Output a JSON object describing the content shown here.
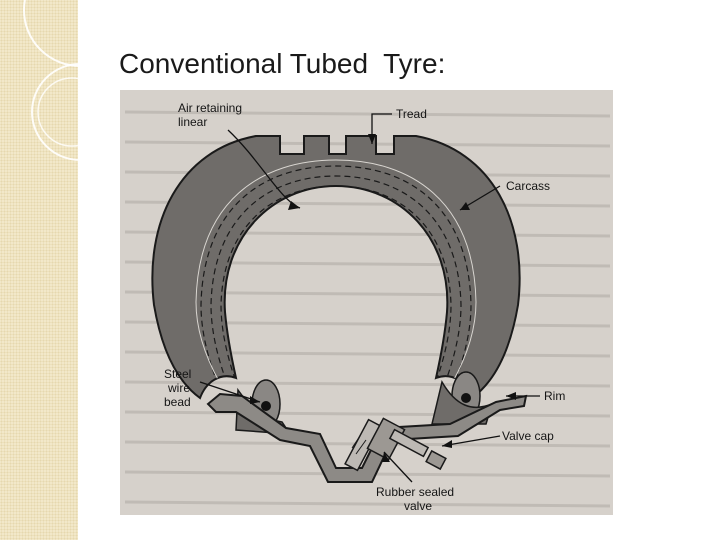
{
  "slide": {
    "title": "Conventional Tubed  Tyre:"
  },
  "figure": {
    "labels": {
      "air_retaining_line1": "Air retaining",
      "air_retaining_line2": "linear",
      "tread": "Tread",
      "carcass": "Carcass",
      "steel_line1": "Steel",
      "steel_line2": "wire",
      "steel_line3": "bead",
      "rim": "Rim",
      "valve_cap": "Valve cap",
      "rubber_line1": "Rubber sealed",
      "rubber_line2": "valve"
    }
  },
  "colors": {
    "background": "#ffffff",
    "side_strip": "#f2e8c9",
    "paper": "#d6d1cb",
    "tyre": "#6f6c69"
  }
}
